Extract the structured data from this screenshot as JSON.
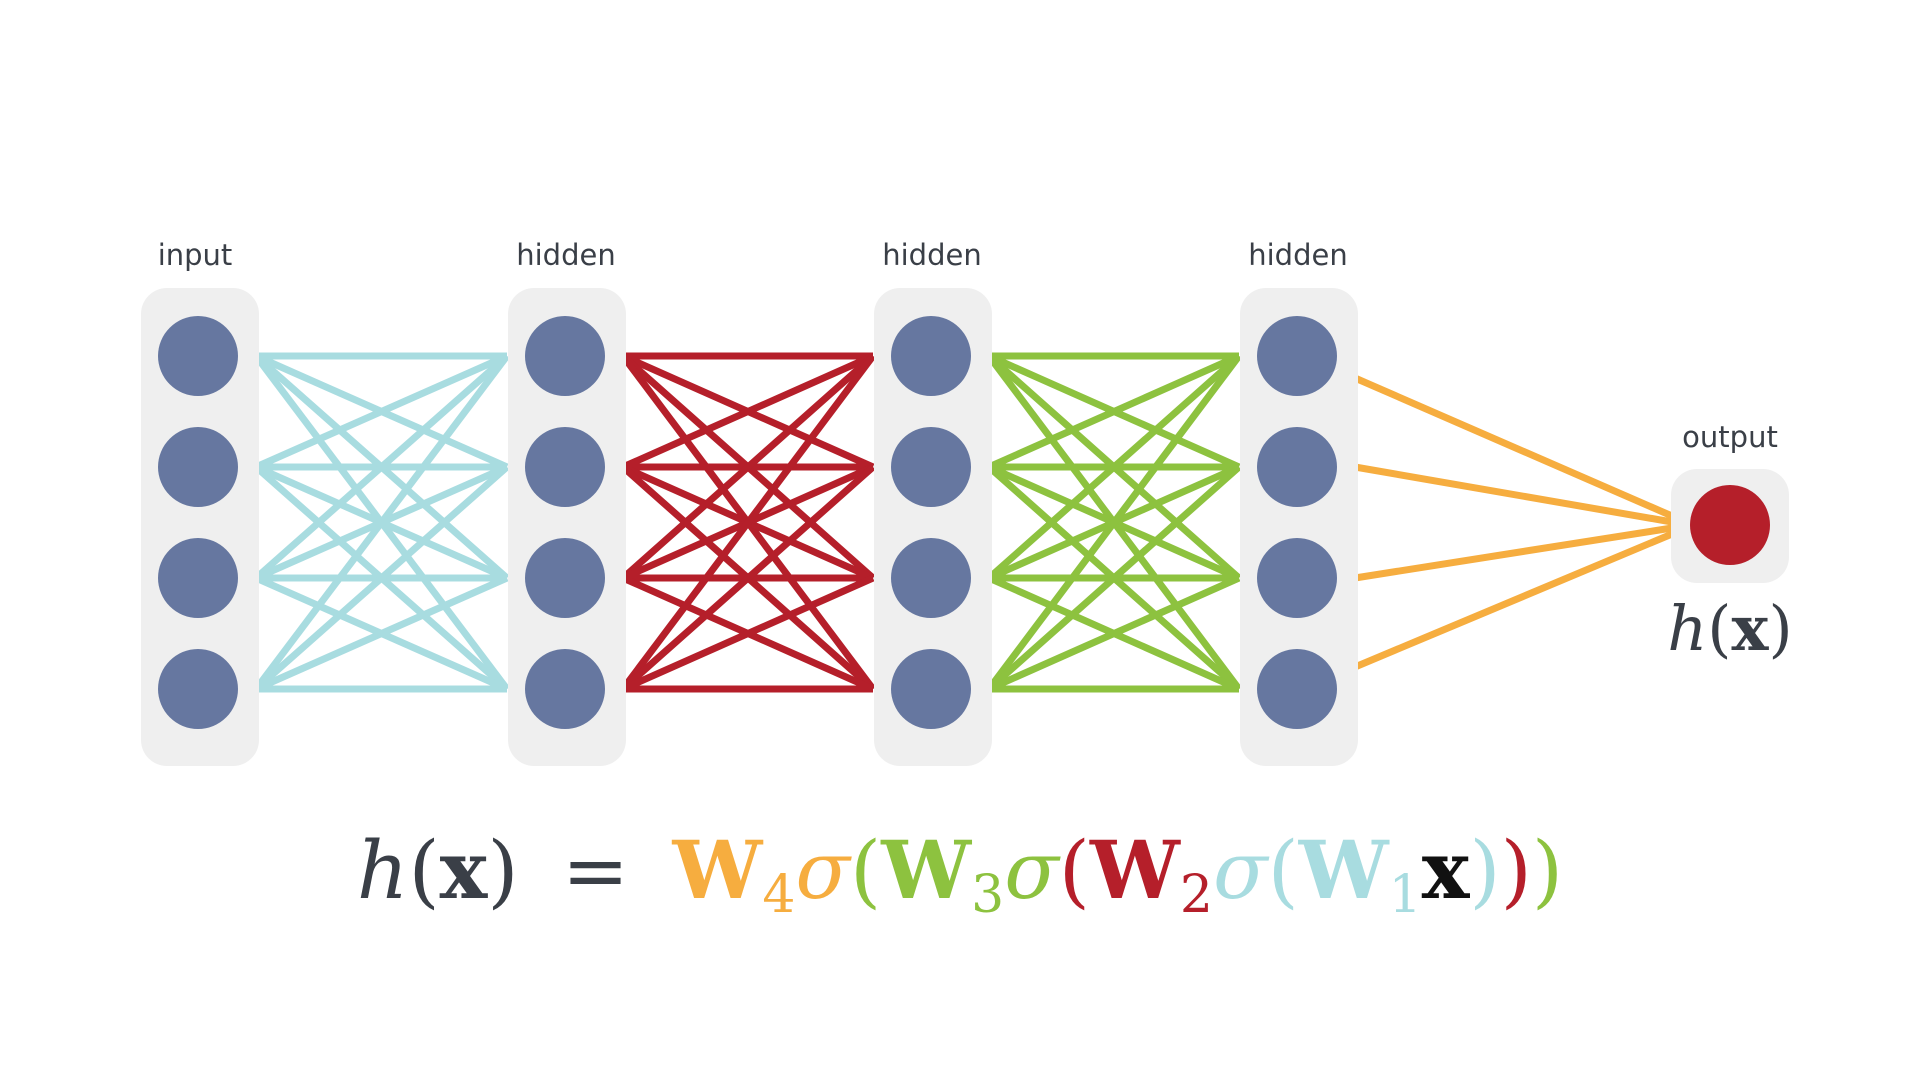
{
  "layers": [
    {
      "label": "input",
      "nodes": 4
    },
    {
      "label": "hidden",
      "nodes": 4
    },
    {
      "label": "hidden",
      "nodes": 4
    },
    {
      "label": "hidden",
      "nodes": 4
    },
    {
      "label": "output",
      "nodes": 1
    }
  ],
  "output_symbol": {
    "h": "h",
    "open": "(",
    "x": "x",
    "close": ")"
  },
  "formula": {
    "lhs_h": "h",
    "lhs_open": "(",
    "lhs_x": "x",
    "lhs_close": ")",
    "equals": "=",
    "w": "W",
    "sigma": "σ",
    "open": "(",
    "close": ")",
    "x": "x",
    "sub4": "4",
    "sub3": "3",
    "sub2": "2",
    "sub1": "1"
  },
  "colors": {
    "panel": "#efefef",
    "node": "#6677a0",
    "output_node": "#b51f2a",
    "text": "#3a3f47",
    "black": "#111111",
    "w1": "#a8dce0",
    "w2": "#b51f2a",
    "w3": "#8dc23f",
    "w4": "#f6ad3f"
  }
}
